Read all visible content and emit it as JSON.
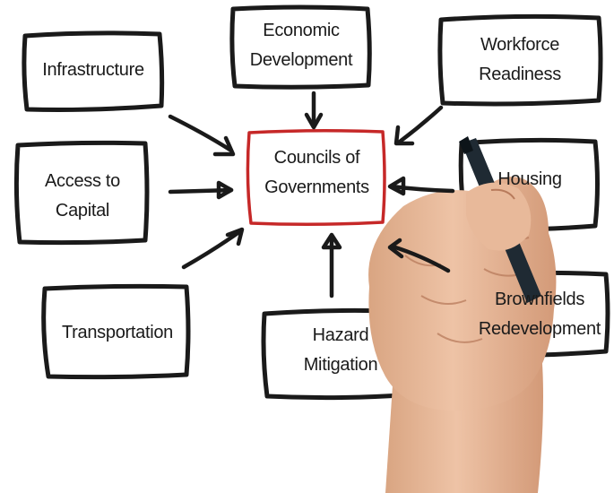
{
  "diagram": {
    "center": {
      "lines": [
        "Councils of",
        "Governments"
      ],
      "border_color": "#c62828"
    },
    "nodes": {
      "infrastructure": {
        "lines": [
          "Infrastructure"
        ]
      },
      "economic_development": {
        "lines": [
          "Economic",
          "Development"
        ]
      },
      "workforce_readiness": {
        "lines": [
          "Workforce",
          "Readiness"
        ]
      },
      "access_to_capital": {
        "lines": [
          "Access to",
          "Capital"
        ]
      },
      "housing": {
        "lines": [
          "Housing"
        ]
      },
      "transportation": {
        "lines": [
          "Transportation"
        ]
      },
      "hazard_mitigation": {
        "lines": [
          "Hazard",
          "Mitigation"
        ]
      },
      "brownfields_redevelopment": {
        "lines": [
          "Brownfields",
          "Redevelopment"
        ]
      }
    },
    "colors": {
      "ink": "#1a1a1a",
      "skin": "#e8b99a",
      "marker": "#1f2a33"
    }
  }
}
